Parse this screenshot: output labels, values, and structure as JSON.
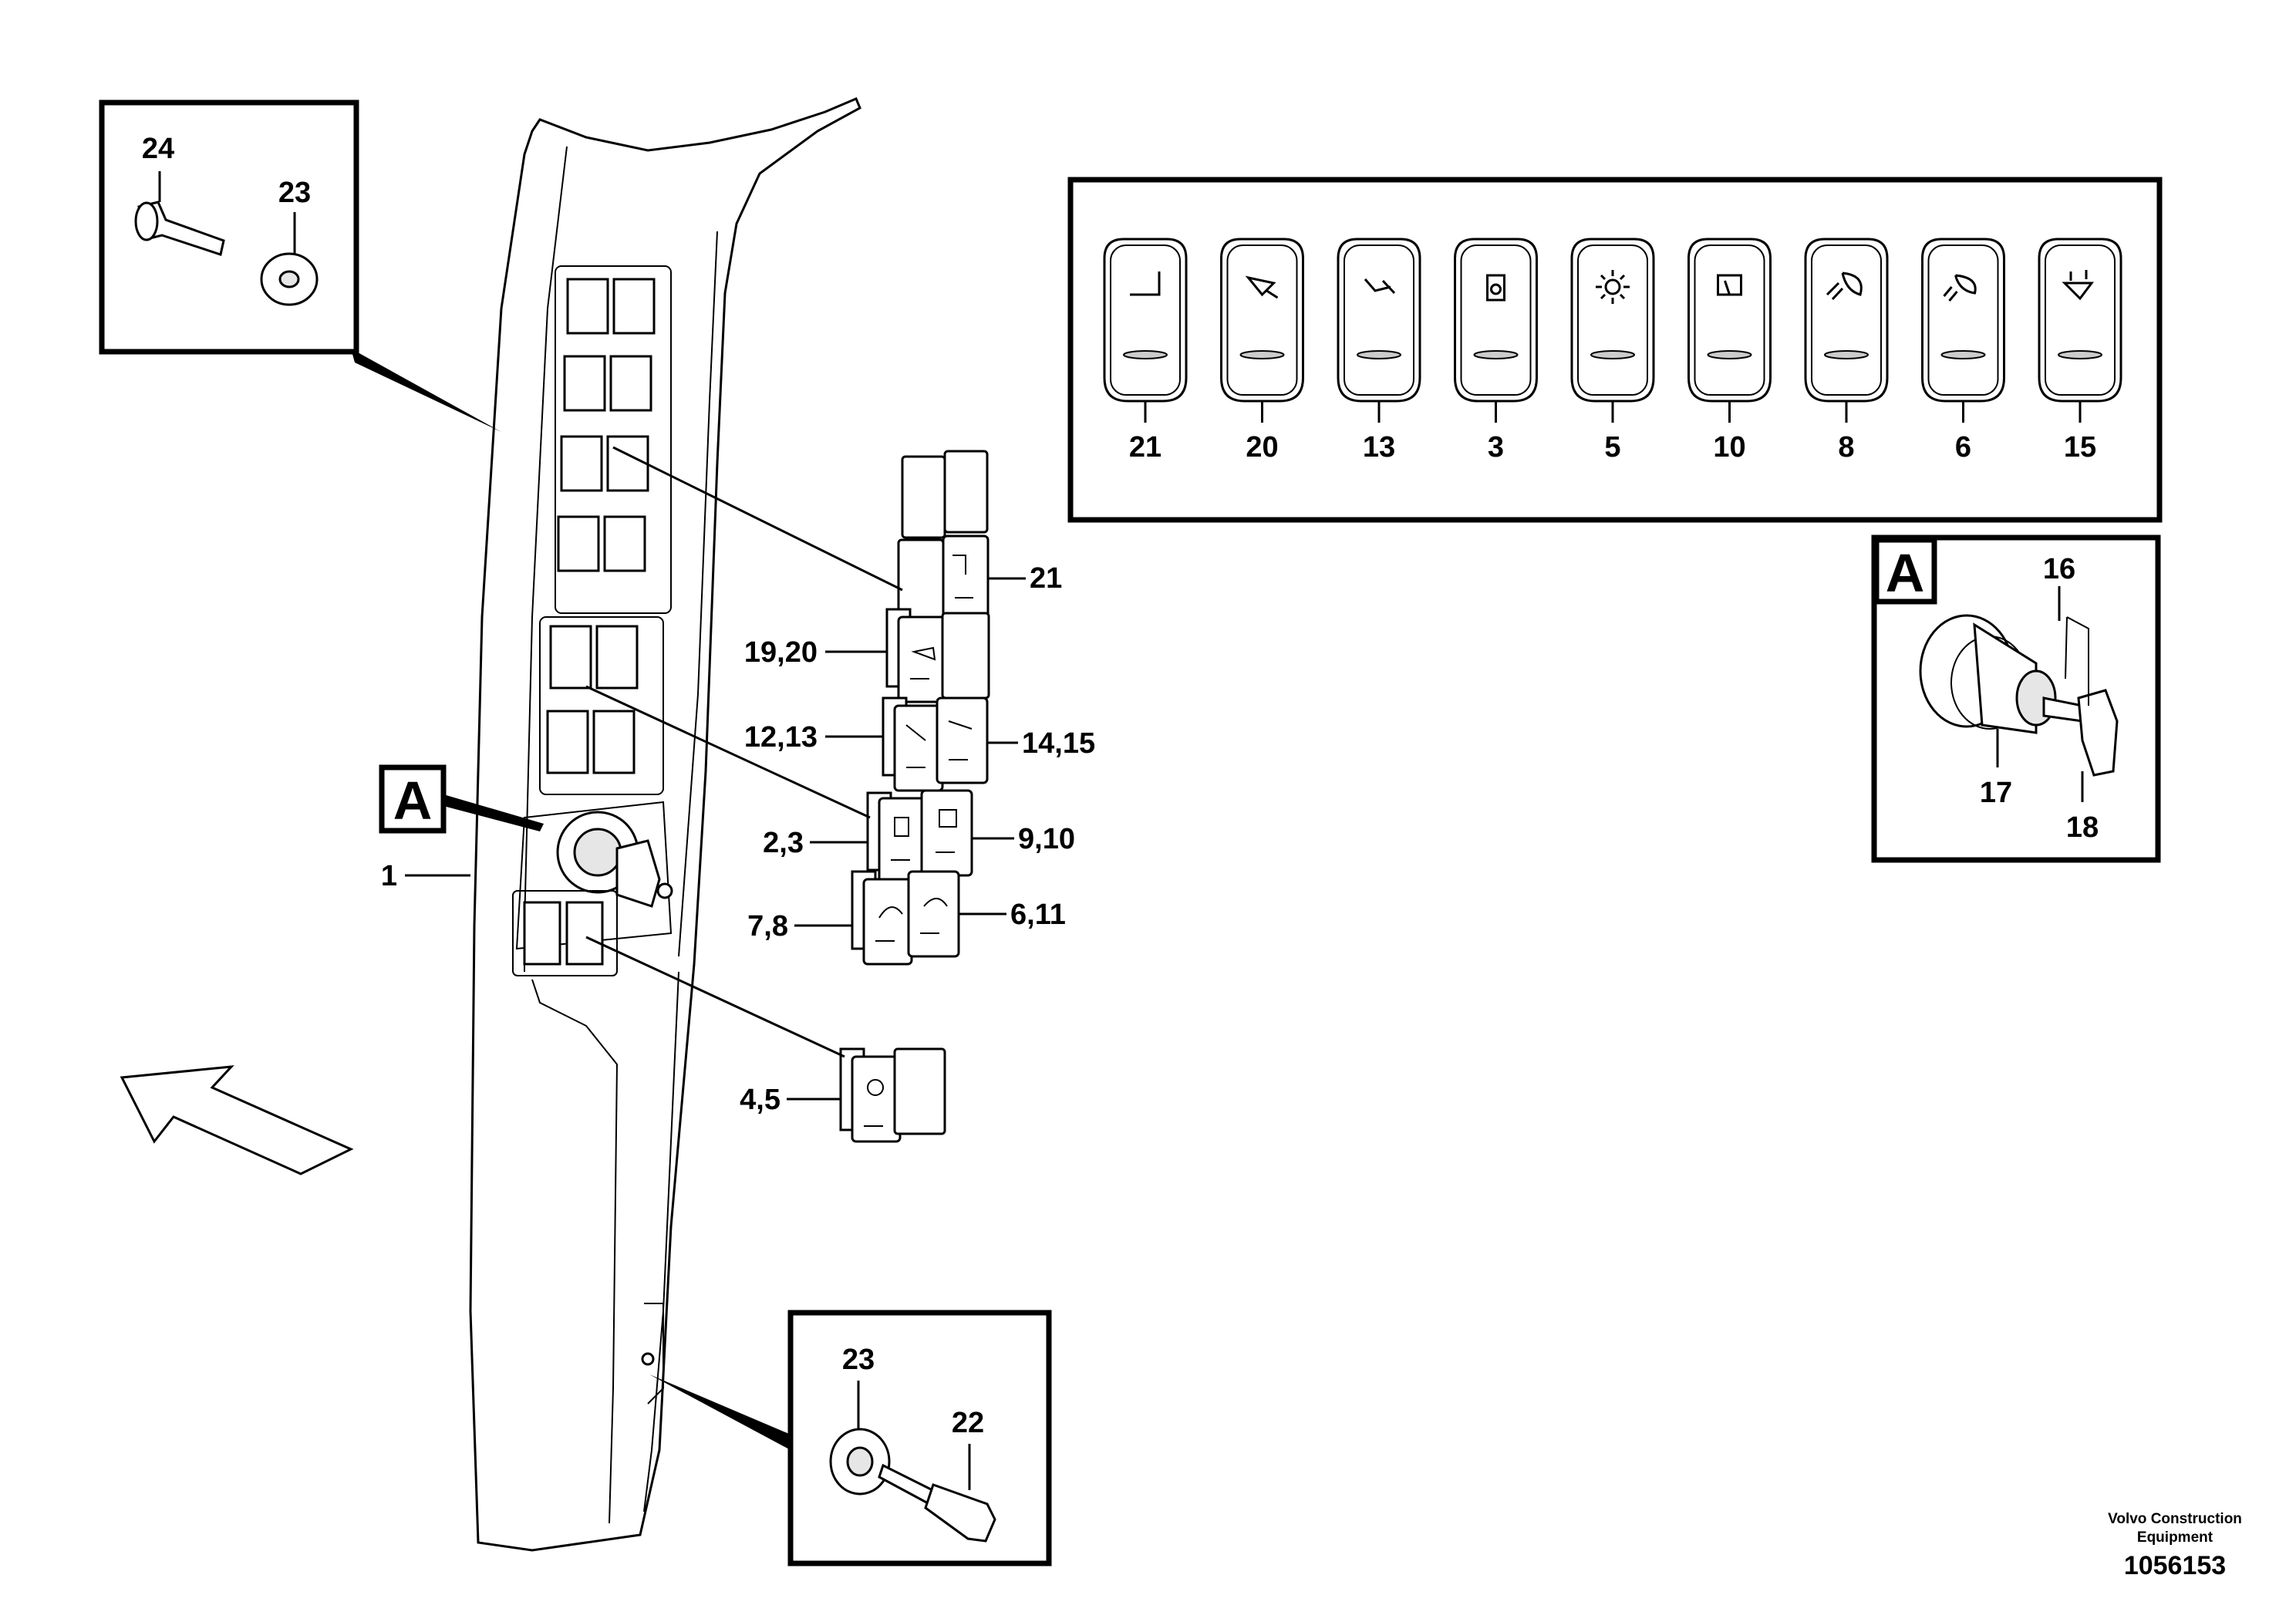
{
  "callouts": {
    "p1": "1",
    "p21": "21",
    "p19_20": "19,20",
    "p12_13": "12,13",
    "p14_15": "14,15",
    "p2_3": "2,3",
    "p9_10": "9,10",
    "p7_8": "7,8",
    "p6_11": "6,11",
    "p4_5": "4,5"
  },
  "detail_top_left": {
    "a": "24",
    "b": "23"
  },
  "detail_bottom": {
    "a": "23",
    "b": "22"
  },
  "detail_a": {
    "marker": "A",
    "p16": "16",
    "p17": "17",
    "p18": "18"
  },
  "view_marker": "A",
  "switch_legend": [
    "21",
    "20",
    "13",
    "3",
    "5",
    "10",
    "8",
    "6",
    "15"
  ],
  "switch_icons": [
    "blank-switch-icon",
    "bucket-icon",
    "boom-float-icon",
    "cab-lock-icon",
    "beacon-light-icon",
    "wiper-icon",
    "work-light-icon",
    "headlight-icon",
    "attachment-lock-icon"
  ],
  "footer": {
    "company": "Volvo Construction Equipment",
    "line1": "Volvo Construction",
    "line2": "Equipment",
    "doc_number": "1056153"
  }
}
